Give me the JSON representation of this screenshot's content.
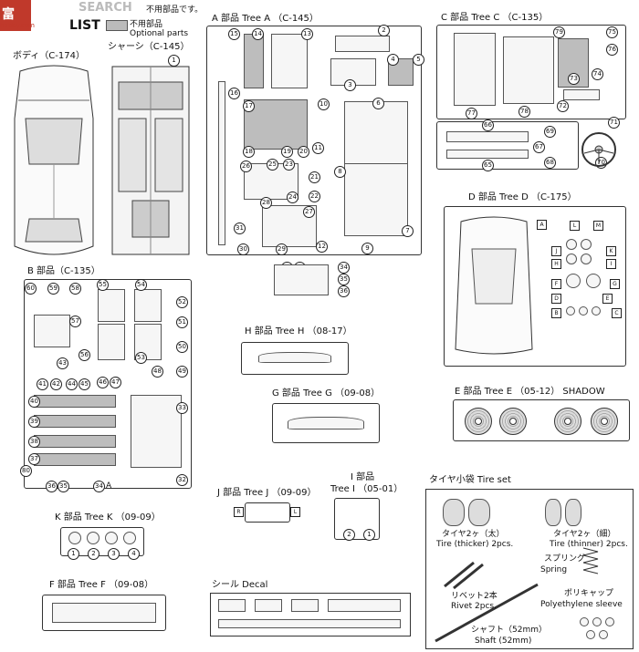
{
  "header": {
    "search_label": "SEARCH",
    "list_label": "LIST",
    "optional_note_jp": "不用部品です。",
    "optional_note_jp2": "不用部品",
    "optional_note_en": "Optional parts"
  },
  "sections": {
    "body": {
      "label": "ボディ（C-174）"
    },
    "chassis": {
      "label": "シャーシ（C-145）"
    },
    "tree_a": {
      "label": "A 部品 Tree A （C-145）"
    },
    "tree_c": {
      "label": "C 部品 Tree C （C-135）"
    },
    "tree_b": {
      "label": "B 部品（C-135）"
    },
    "tree_d": {
      "label": "D 部品 Tree D （C-175）"
    },
    "tree_h": {
      "label": "H 部品 Tree H （08-17）"
    },
    "tree_g": {
      "label": "G 部品 Tree G （09-08）"
    },
    "tree_e": {
      "label": "E 部品 Tree E （05-12） SHADOW"
    },
    "tree_j": {
      "label": "J 部品 Tree J （09-09）"
    },
    "tree_i": {
      "label": "I 部品",
      "label2": "Tree I （05-01）"
    },
    "tree_k": {
      "label": "K 部品 Tree K （09-09）"
    },
    "tree_f": {
      "label": "F 部品 Tree F （09-08）"
    },
    "decal": {
      "label": "シール Decal"
    },
    "tire_set": {
      "label": "タイヤ小袋 Tire set"
    }
  },
  "tire_set": {
    "tire_thick_jp": "タイヤ2ヶ（太）",
    "tire_thick_en": "Tire (thicker) 2pcs.",
    "tire_thin_jp": "タイヤ2ヶ（細）",
    "tire_thin_en": "Tire (thinner) 2pcs.",
    "spring_jp": "スプリング",
    "spring_en": "Spring",
    "rivet_jp": "リベット2本",
    "rivet_en": "Rivet 2pcs.",
    "sleeve_jp": "ポリキャップ",
    "sleeve_en": "Polyethylene sleeve",
    "shaft_jp": "シャフト（52mm）",
    "shaft_en": "Shaft (52mm)"
  },
  "numbers": {
    "chassis": [
      "1"
    ],
    "tree_a": [
      "15",
      "14",
      "13",
      "2",
      "3",
      "4",
      "5",
      "16",
      "17",
      "18",
      "19",
      "20",
      "11",
      "10",
      "6",
      "26",
      "25",
      "23",
      "21",
      "22",
      "24",
      "8",
      "28",
      "27",
      "31",
      "30",
      "29",
      "12",
      "9",
      "7",
      "32",
      "33",
      "34",
      "35",
      "36"
    ],
    "tree_c": [
      "79",
      "75",
      "76",
      "74",
      "73",
      "72",
      "77",
      "78",
      "66",
      "69",
      "67",
      "68",
      "65",
      "71",
      "70"
    ],
    "tree_b": [
      "60",
      "59",
      "58",
      "55",
      "54",
      "52",
      "57",
      "51",
      "56",
      "50",
      "53",
      "49",
      "48",
      "43",
      "41",
      "42",
      "44",
      "45",
      "46",
      "47",
      "40",
      "39",
      "38",
      "37",
      "80",
      "36",
      "35",
      "34",
      "33",
      "32"
    ],
    "tree_d": [
      "A",
      "L",
      "M",
      "J",
      "K",
      "H",
      "I",
      "F",
      "G",
      "D",
      "E",
      "B",
      "C"
    ],
    "tree_j": [
      "R",
      "L"
    ],
    "tree_i": [
      "2",
      "1"
    ],
    "tree_k": [
      "1",
      "2",
      "3",
      "4"
    ],
    "tree_b_a_mark": "A"
  },
  "brand": {
    "glyphs": "富",
    "sub": "hobby.com"
  }
}
